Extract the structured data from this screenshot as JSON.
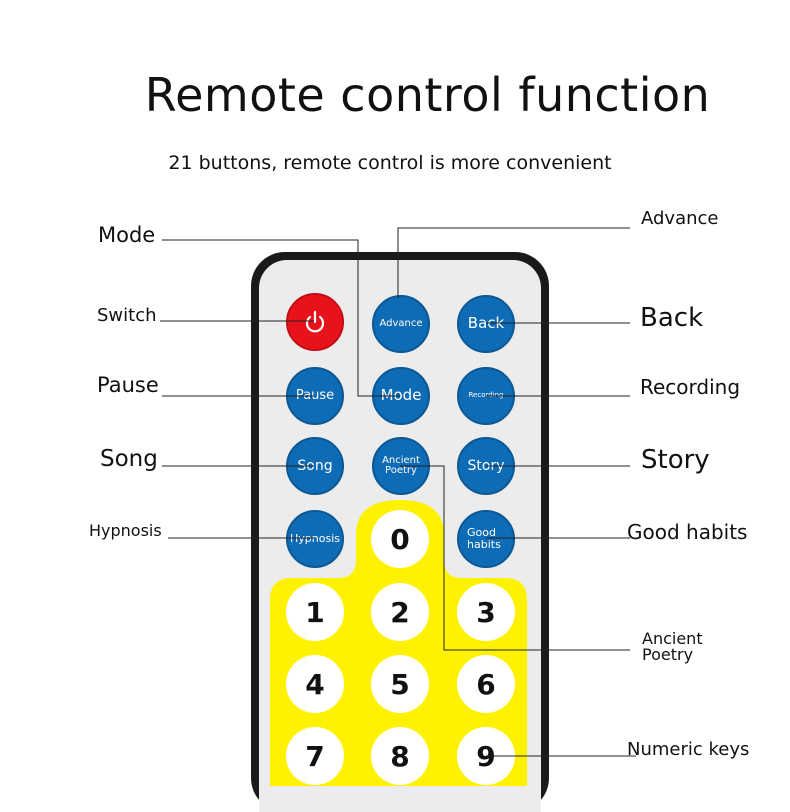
{
  "title": "Remote control function",
  "subtitle": "21 buttons, remote control is more convenient",
  "buttons": {
    "advance": "Advance",
    "back": "Back",
    "pause": "Pause",
    "mode": "Mode",
    "recording": "Recording",
    "song": "Song",
    "ancient_poetry": "Ancient Poetry",
    "story": "Story",
    "hypnosis": "Hypnosis",
    "good_habits": "Good habits"
  },
  "numbers": [
    "0",
    "1",
    "2",
    "3",
    "4",
    "5",
    "6",
    "7",
    "8",
    "9"
  ],
  "callouts": {
    "mode": "Mode",
    "advance": "Advance",
    "switch": "Switch",
    "back": "Back",
    "pause": "Pause",
    "recording": "Recording",
    "song": "Song",
    "story": "Story",
    "hypnosis": "Hypnosis",
    "good_habits": "Good habits",
    "ancient_poetry": "Ancient Poetry",
    "numeric_keys": "Numeric keys"
  },
  "colors": {
    "button_blue": "#0e6bb5",
    "power_red": "#e8121b",
    "number_pad_yellow": "#fff200",
    "remote_body": "#1a1a1a",
    "remote_face": "#ececec"
  },
  "icons": {
    "power": "power-icon"
  }
}
